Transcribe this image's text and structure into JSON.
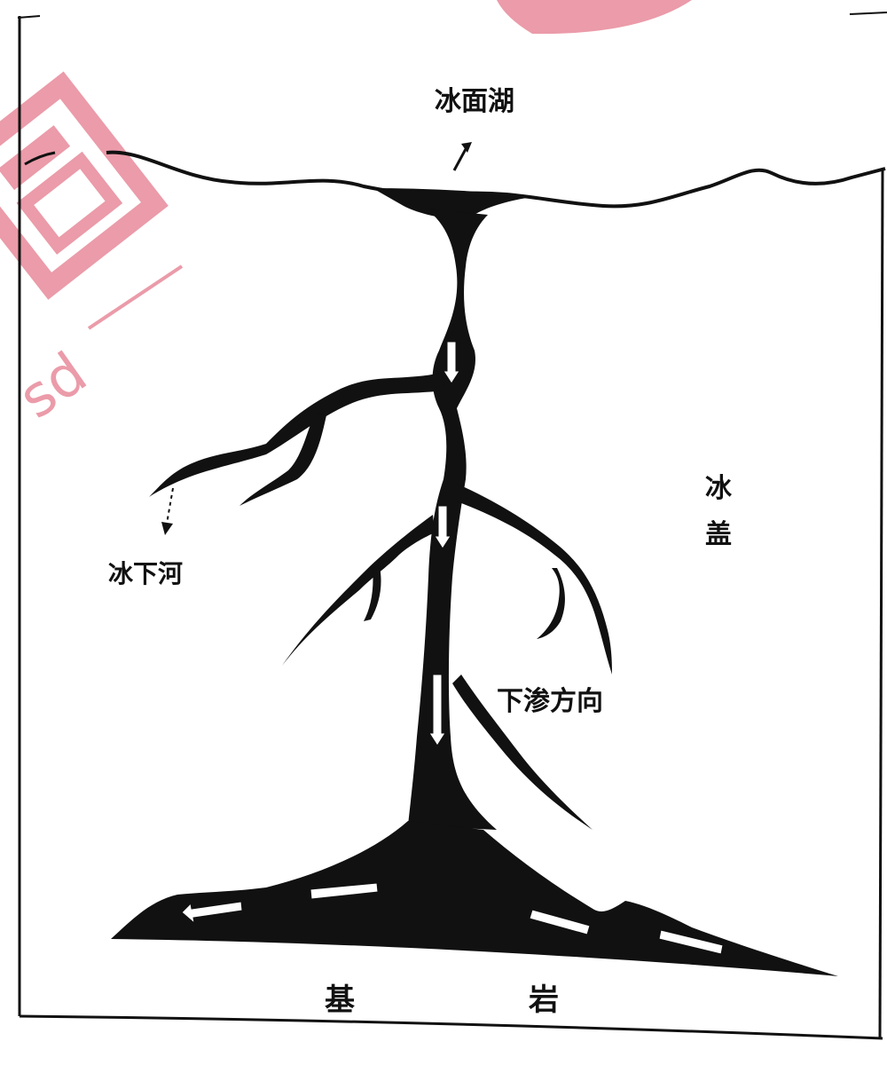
{
  "labels": {
    "surface_lake": "冰面湖",
    "subglacial_channel": "冰下河",
    "seepage_direction": "下渗方向",
    "ice_sheet_char1": "冰",
    "ice_sheet_char2": "盖",
    "bedrock_char1": "基",
    "bedrock_char2": "岩"
  },
  "colors": {
    "ink": "#111111",
    "paper": "#ffffff",
    "stamp": "#e88a9a"
  },
  "icons": {
    "flow_arrow": "white-downward-arrow",
    "pointer": "black-arrow"
  }
}
